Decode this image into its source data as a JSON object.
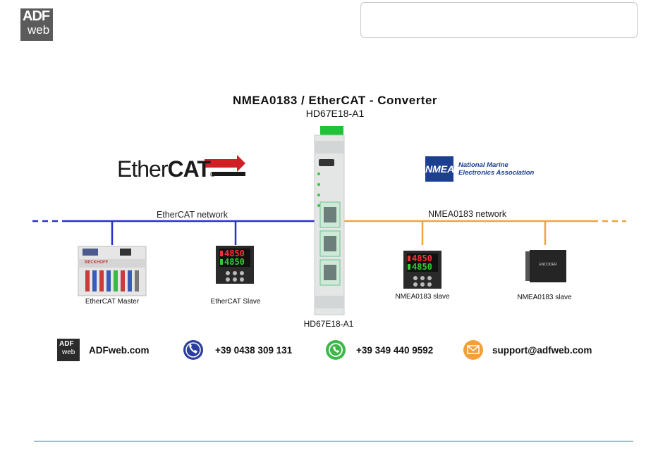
{
  "logo": {
    "adf": "ADF",
    "web": "web"
  },
  "diagram": {
    "title": "NMEA0183 / EtherCAT - Converter",
    "subtitle": "HD67E18-A1",
    "device_label": "HD67E18-A1",
    "left_network": "EtherCAT network",
    "right_network": "NMEA0183 network",
    "ethercat_logo": {
      "ether": "Ether",
      "cat": "CAT",
      "mark": "®"
    },
    "nmea_logo": {
      "badge": "NMEA",
      "line1": "National Marine",
      "line2": "Electronics Association"
    },
    "devices": {
      "ethercat_master": "EtherCAT Master",
      "master_brand": "BECKHOFF",
      "ethercat_slave": "EtherCAT Slave",
      "nmea_slave_1": "NMEA0183 slave",
      "nmea_slave_2": "NMEA0183 slave",
      "encoder": "ENCODER",
      "lcd_top": "4850",
      "lcd_bottom": "4850"
    },
    "colors": {
      "ethercat_line": "#2a2fd0",
      "nmea_line": "#f0a43a"
    }
  },
  "contacts": {
    "website": "ADFweb.com",
    "phone": "+39 0438 309 131",
    "whatsapp": "+39 349 440 9592",
    "email": "support@adfweb.com"
  }
}
